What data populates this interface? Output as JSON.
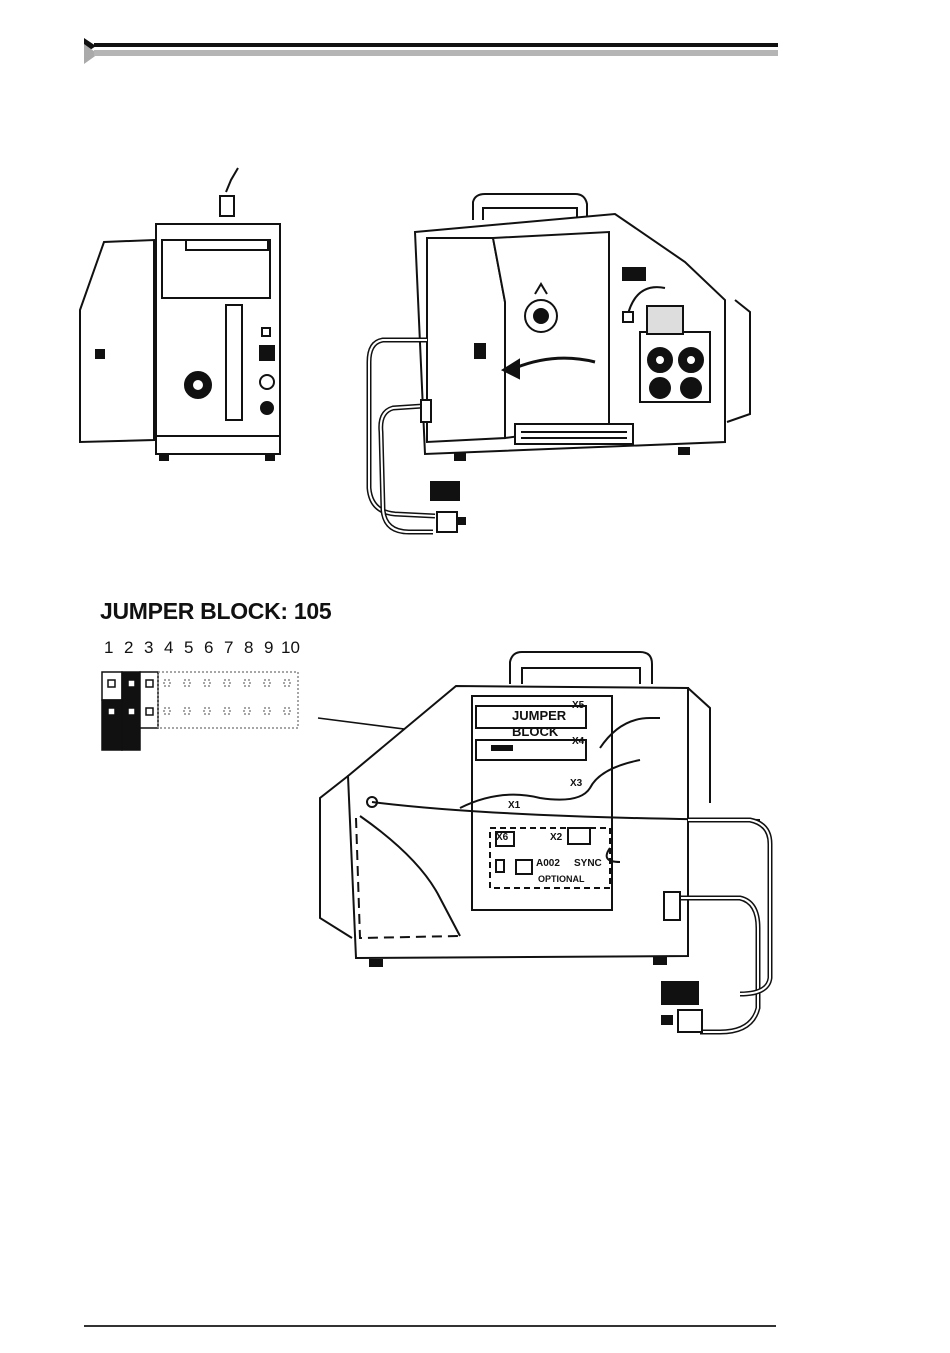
{
  "document": {
    "header_rule": "decorative",
    "jumper_block": {
      "title": "JUMPER BLOCK: 105",
      "positions": [
        "1",
        "2",
        "3",
        "4",
        "5",
        "6",
        "7",
        "8",
        "9",
        "10"
      ]
    },
    "callouts": {
      "jumper": "JUMPER",
      "block": "BLOCK",
      "x1": "X1",
      "x2": "X2",
      "x3": "X3",
      "x4": "X4",
      "x5": "X5",
      "x6": "X6",
      "a002": "A002",
      "sync": "SYNC",
      "optional": "OPTIONAL"
    }
  }
}
